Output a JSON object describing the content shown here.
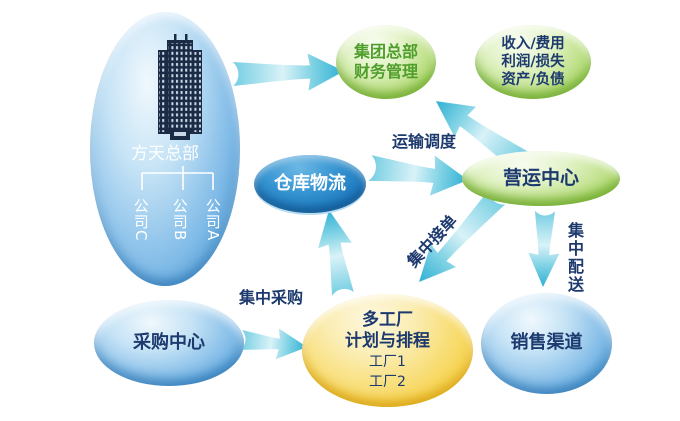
{
  "diagram": {
    "hq": {
      "title": "方天总部",
      "companies": [
        "公司C",
        "公司B",
        "公司A"
      ]
    },
    "finance": {
      "line1": "集团总部",
      "line2": "财务管理"
    },
    "metrics": {
      "line1": "收入/费用",
      "line2": "利润/损失",
      "line3": "资产/负债"
    },
    "warehouse": {
      "title": "仓库物流"
    },
    "operations": {
      "title": "营运中心"
    },
    "procurement": {
      "title": "采购中心"
    },
    "factory": {
      "line1": "多工厂",
      "line2": "计划与排程",
      "item1": "工厂1",
      "item2": "工厂2"
    },
    "sales": {
      "title": "销售渠道"
    },
    "labels": {
      "transport": "运输调度",
      "orders": "集中接单",
      "delivery": "集中配送",
      "purchase": "集中采购"
    },
    "colors": {
      "node_blue": "#3385c4",
      "node_dark_blue": "#1b77bd",
      "node_green": "#8cc63f",
      "node_yellow": "#f2c62e",
      "arrow_teal": "#49bcd9",
      "text_navy": "#1d3a6e",
      "text_green": "#4f9e2c",
      "text_white": "#ffffff",
      "building_navy": "#1b2a45"
    }
  }
}
